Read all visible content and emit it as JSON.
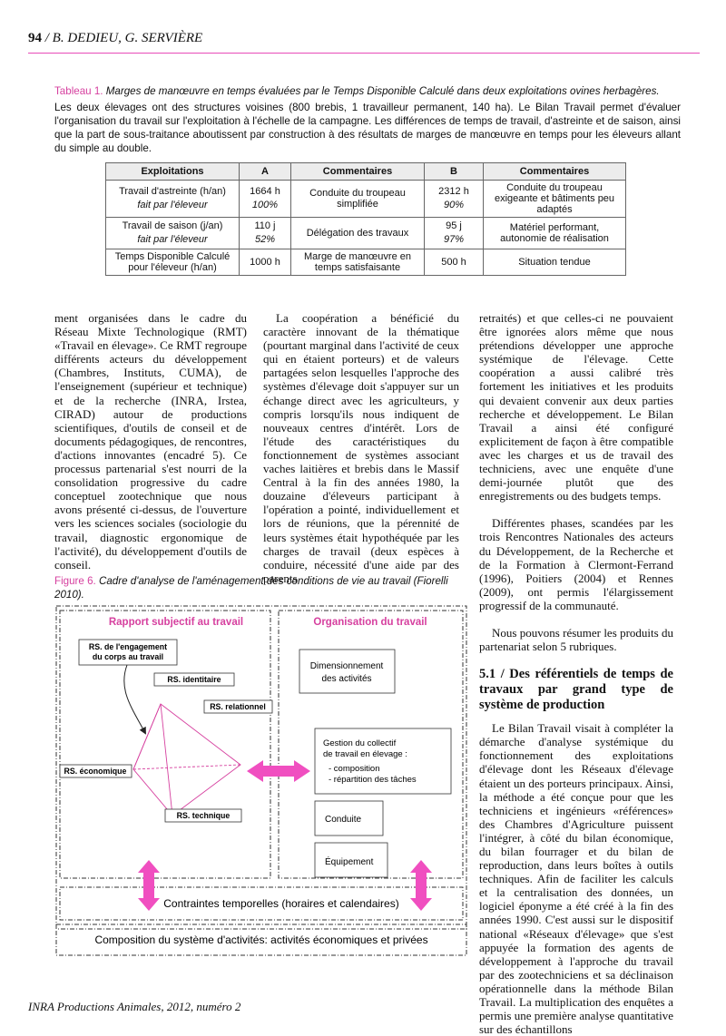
{
  "header": {
    "page": "94",
    "authors": " / B. DEDIEU, G. SERVIÈRE"
  },
  "table_caption": {
    "label": "Tableau 1.",
    "text": " Marges de manœuvre en temps évaluées par le Temps Disponible Calculé dans deux exploitations ovines herbagères."
  },
  "table_note": "Les deux élevages ont des structures voisines (800 brebis, 1 travailleur permanent, 140 ha). Le Bilan Travail permet d'évaluer l'organisation du travail sur l'exploitation à l'échelle de la campagne. Les différences de temps de travail, d'astreinte et de saison, ainsi que la part de sous-traitance aboutissent par construction à des résultats de marges de manœuvre en temps pour les éleveurs allant du simple au double.",
  "table": {
    "headers": [
      "Exploitations",
      "A",
      "Commentaires",
      "B",
      "Commentaires"
    ],
    "row1": {
      "label": "Travail d'astreinte (h/an)",
      "sub": "fait par l'éleveur",
      "a": "1664 h",
      "a_sub": "100%",
      "comA": "Conduite du troupeau simplifiée",
      "b": "2312 h",
      "b_sub": "90%",
      "comB": "Conduite du troupeau exigeante et bâtiments peu adaptés"
    },
    "row2": {
      "label": "Travail de saison (j/an)",
      "sub": "fait par l'éleveur",
      "a": "110 j",
      "a_sub": "52%",
      "comA": "Délégation des travaux",
      "b": "95 j",
      "b_sub": "97%",
      "comB": "Matériel performant, autonomie de réalisation"
    },
    "row3": {
      "label": "Temps Disponible Calculé pour l'éleveur (h/an)",
      "a": "1000 h",
      "comA": "Marge de manœuvre en temps satisfaisante",
      "b": "500 h",
      "comB": "Situation tendue"
    }
  },
  "col1": "ment organisées dans le cadre du Réseau Mixte Technologique (RMT) «Travail en élevage». Ce RMT regroupe différents acteurs du développement (Chambres, Instituts, CUMA), de l'enseignement (supérieur et technique) et de la recherche (INRA, Irstea, CIRAD) autour de productions scientifiques, d'outils de conseil et de documents pédagogiques, de rencontres, d'actions innovantes (encadré 5). Ce processus partenarial s'est nourri de la consolidation progressive du cadre conceptuel zootechnique que nous avons présenté ci-dessus, de l'ouverture vers les sciences sociales (sociologie du travail, diagnostic ergonomique de l'activité), du développement d'outils de conseil.",
  "col2": "La coopération a bénéficié du caractère innovant de la thématique (pourtant marginal dans l'activité de ceux qui en étaient porteurs) et de valeurs partagées selon lesquelles l'approche des systèmes d'élevage doit s'appuyer sur un échange direct avec les agriculteurs, y compris lorsqu'ils nous indiquent de nouveaux centres d'intérêt. Lors de l'étude des caractéristiques du fonctionnement de systèmes associant vaches laitières et brebis dans le Massif Central à la fin des années 1980, la douzaine d'éleveurs participant à l'opération a pointé, individuellement et lors de réunions, que la pérennité de leurs systèmes était hypothéquée par les charges de travail (deux espèces à conduire, nécessité d'une aide par des parents",
  "col3": {
    "p1": "retraités) et que celles-ci ne pouvaient être ignorées alors même que nous prétendions développer une approche systémique de l'élevage. Cette coopération a aussi calibré très fortement les initiatives et les produits qui devaient convenir aux deux parties recherche et développement. Le Bilan Travail a ainsi été configuré explicitement de façon à être compatible avec les charges et us de travail des techniciens, avec une enquête d'une demi-journée plutôt que des enregistrements ou des budgets temps.",
    "p2": "Différentes phases, scandées par les trois Rencontres Nationales des acteurs du Développement, de la Recherche et de la Formation à Clermont-Ferrand (1996), Poitiers (2004) et Rennes (2009), ont permis l'élargissement progressif de la communauté.",
    "p3": "Nous pouvons résumer les produits du partenariat selon 5 rubriques.",
    "heading": "5.1 / Des référentiels de temps de travaux par grand type de système de production",
    "p4": "Le Bilan Travail visait à compléter la démarche d'analyse systémique du fonctionnement des exploitations d'élevage dont les Réseaux d'élevage étaient un des porteurs principaux. Ainsi, la méthode a été conçue pour que les techniciens et ingénieurs «références» des Chambres d'Agriculture puissent l'intégrer, à côté du bilan économique, du bilan fourrager et du bilan de reproduction, dans leurs boîtes à outils techniques. Afin de faciliter les calculs et la centralisation des données, un logiciel éponyme a été créé à la fin des années 1990. C'est aussi sur le dispositif national «Réseaux d'élevage» que s'est appuyée la formation des agents de développement à l'approche du travail par des zootechniciens et sa déclinaison opérationnelle dans la méthode Bilan Travail. La multiplication des enquêtes a permis une première analyse quantitative sur des échantillons"
  },
  "figure_caption": {
    "label": "Figure 6.",
    "text": " Cadre d'analyse de l'aménagement des conditions de vie au travail (Fiorelli 2010)."
  },
  "figure": {
    "left_title": "Rapport subjectif au travail",
    "right_title": "Organisation du travail",
    "rs_engagement_1": "RS. de l'engagement",
    "rs_engagement_2": "du corps au travail",
    "rs_identitaire": "RS. identitaire",
    "rs_relationnel": "RS. relationnel",
    "rs_economique": "RS. économique",
    "rs_technique": "RS. technique",
    "dim_1": "Dimensionnement",
    "dim_2": "des activités",
    "gest_1": "Gestion du collectif",
    "gest_2": "de travail en élevage :",
    "gest_3": "- composition",
    "gest_4": "- répartition des tâches",
    "conduite": "Conduite",
    "equipement": "Équipement",
    "contraintes": "Contraintes temporelles (horaires et calendaires)",
    "composition": "Composition du système d'activités: activités économiques et privées",
    "accent_color": "#f04fc0"
  },
  "footer": "INRA Productions Animales, 2012, numéro 2"
}
